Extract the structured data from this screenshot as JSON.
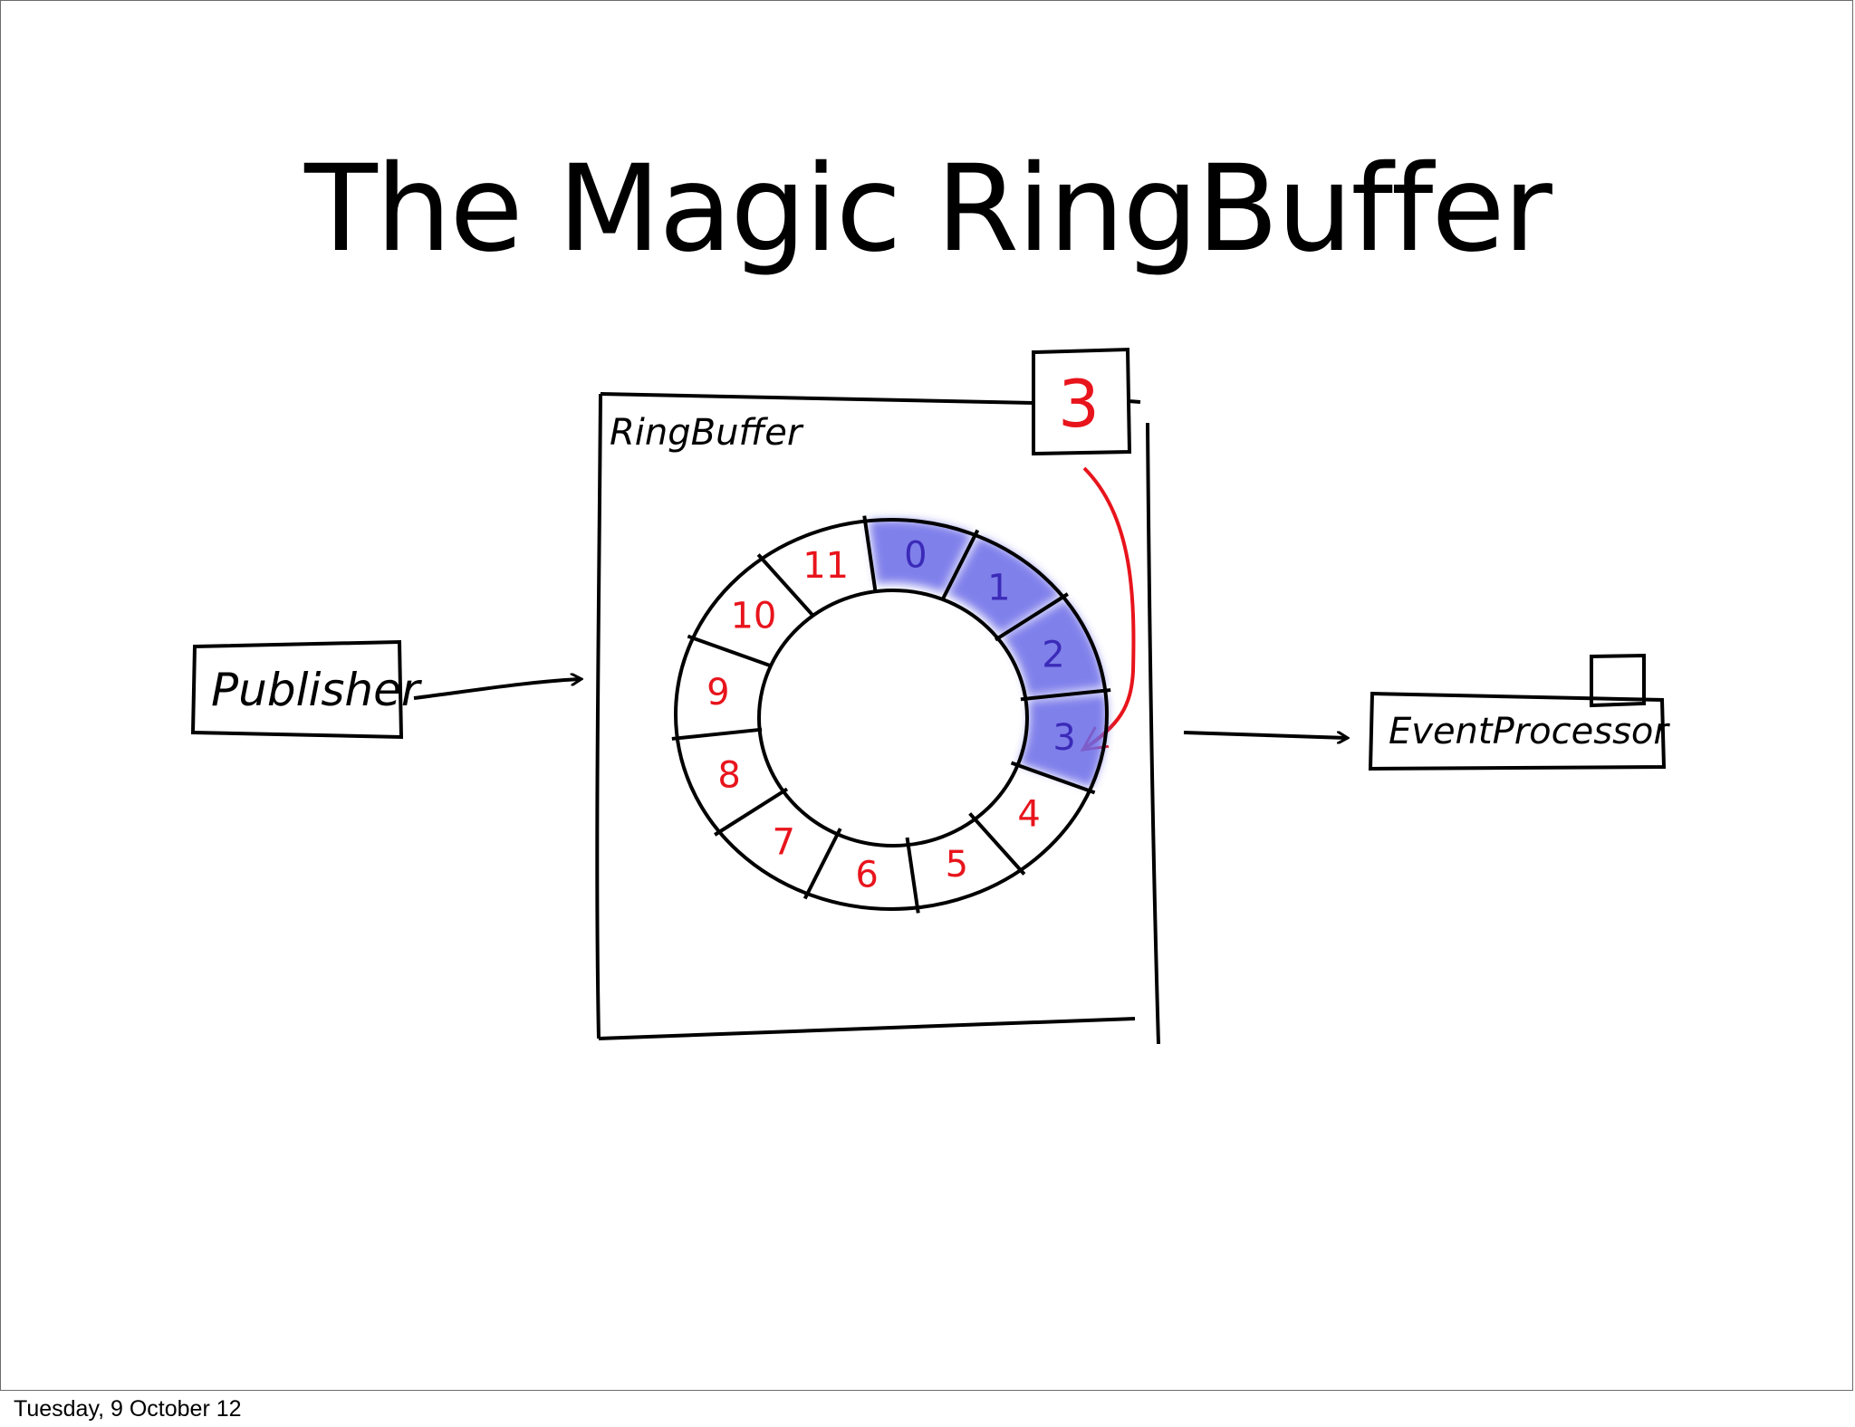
{
  "title": "The Magic RingBuffer",
  "footer": {
    "date": "Tuesday, 9 October 12"
  },
  "diagram": {
    "publisher": {
      "label": "Publisher"
    },
    "ring_buffer": {
      "label": "RingBuffer",
      "sequence_value": "3",
      "slots": [
        "0",
        "1",
        "2",
        "3",
        "4",
        "5",
        "6",
        "7",
        "8",
        "9",
        "10",
        "11"
      ],
      "highlighted_slots": [
        "0",
        "1",
        "2",
        "3"
      ]
    },
    "event_processor": {
      "label": "EventProcessor"
    },
    "colors": {
      "stroke": "#000000",
      "slot_number": "#e8141c",
      "highlight": "#6b6be8",
      "highlighted_number": "#3b2bb8",
      "pointer_arrow": "#e8141c"
    }
  }
}
